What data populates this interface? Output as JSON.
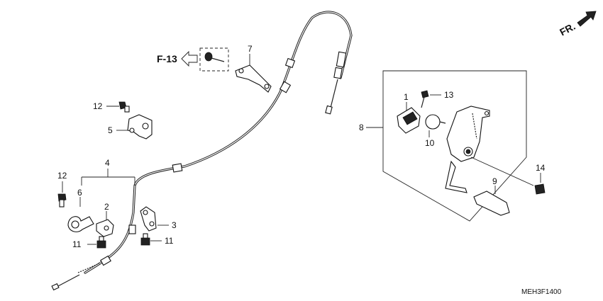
{
  "direction": {
    "label": "FR."
  },
  "ref_arrow": {
    "label": "F-13"
  },
  "callouts": {
    "c1": "1",
    "c2": "2",
    "c3": "3",
    "c4": "4",
    "c5": "5",
    "c6": "6",
    "c7": "7",
    "c8": "8",
    "c9": "9",
    "c10": "10",
    "c11a": "11",
    "c11b": "11",
    "c12a": "12",
    "c12b": "12",
    "c13": "13",
    "c14": "14"
  },
  "diagram_code": "MEH3F1400"
}
